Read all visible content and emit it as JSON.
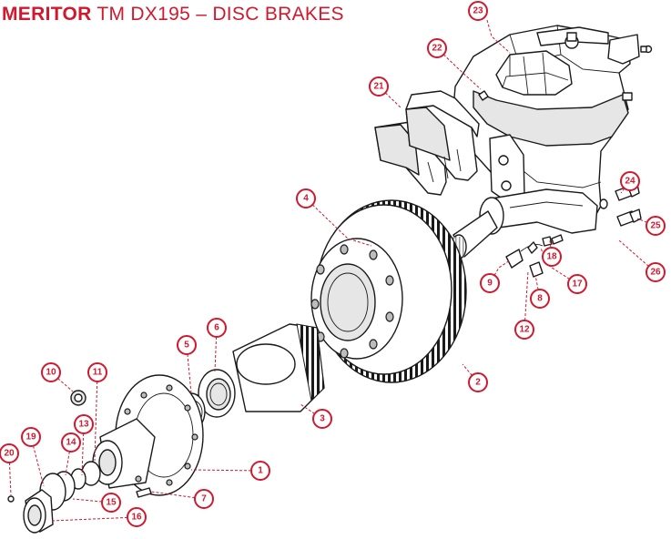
{
  "title": {
    "brand": "MERITOR",
    "rest": " TM DX195 – DISC BRAKES"
  },
  "colors": {
    "accent": "#d1192e",
    "line": "#1a1a1a",
    "fill": "#ffffff"
  },
  "callouts": [
    "23",
    "22",
    "21",
    "4",
    "24",
    "25",
    "26",
    "18",
    "9",
    "17",
    "8",
    "12",
    "2",
    "6",
    "5",
    "3",
    "10",
    "11",
    "13",
    "19",
    "14",
    "20",
    "15",
    "16",
    "1",
    "7"
  ]
}
